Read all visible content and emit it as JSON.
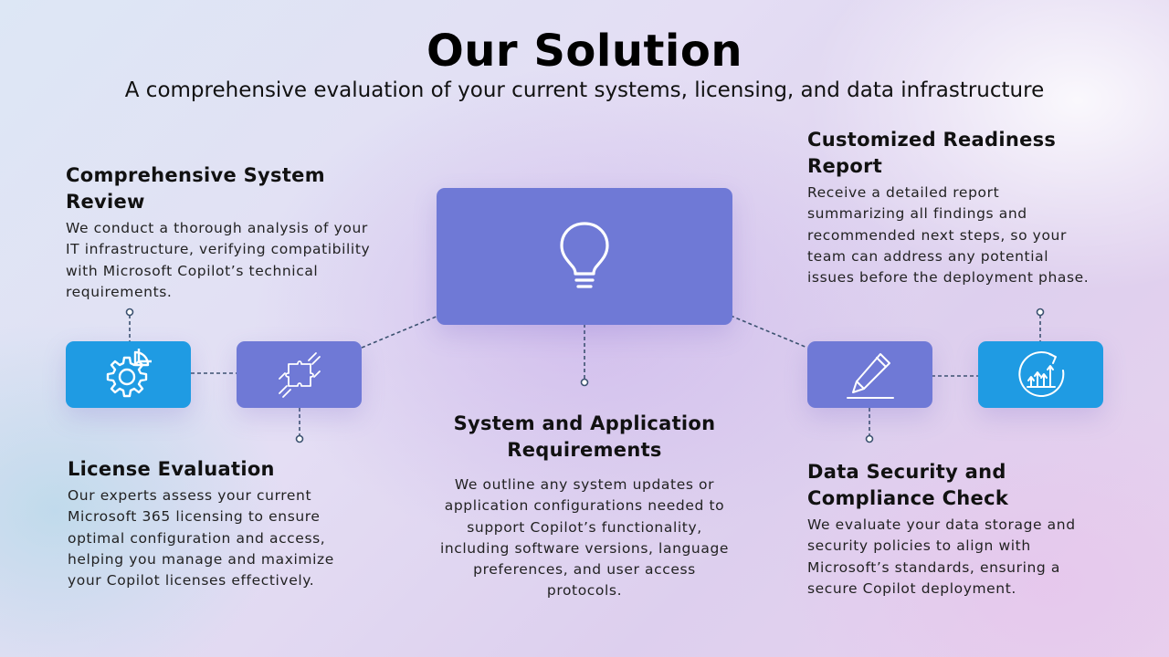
{
  "title": "Our Solution",
  "subtitle": "A comprehensive evaluation of your current systems, licensing, and data infrastructure",
  "sections": {
    "system_review": {
      "heading": "Comprehensive System Review",
      "body": "We conduct a thorough analysis of your IT infrastructure, verifying compatibility with Microsoft Copilot’s technical requirements."
    },
    "license_evaluation": {
      "heading": "License Evaluation",
      "body": "Our experts assess your current Microsoft 365 licensing to ensure optimal configuration and access, helping you manage and maximize your Copilot licenses effectively."
    },
    "system_requirements": {
      "heading": "System and Application Requirements",
      "body": "We outline any system updates or application configurations needed to support Copilot’s functionality, including software versions, language preferences, and user access protocols."
    },
    "readiness_report": {
      "heading": "Customized Readiness Report",
      "body": "Receive a detailed report summarizing all findings and recommended next steps, so your team can address any potential issues before the deployment phase."
    },
    "data_security": {
      "heading": "Data Security and Compliance Check",
      "body": "We evaluate your data storage and security policies to align with Microsoft’s standards, ensuring a secure Copilot deployment."
    }
  },
  "icons": {
    "center": "lightbulb-icon",
    "system_review": "gear-chart-icon",
    "license_evaluation": "puzzle-hands-icon",
    "data_security": "pencil-icon",
    "readiness_report": "growth-arrows-icon"
  },
  "colors": {
    "blue_box": "#1f9be3",
    "purple_box": "#6f79d6",
    "connector": "#3c5270"
  }
}
